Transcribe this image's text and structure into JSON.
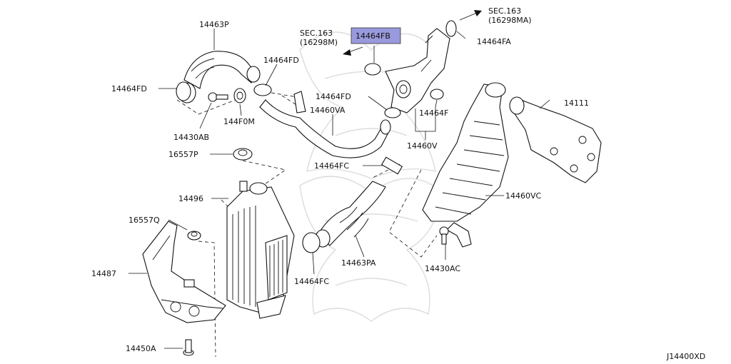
{
  "diagram": {
    "code": "J14400XD",
    "highlight_color": "#9999dd",
    "labels": {
      "p14463P": "14463P",
      "p14464FD_a": "14464FD",
      "p14464FD_b": "14464FD",
      "p14464FD_c": "14464FD",
      "p14430AB": "14430AB",
      "p144F0M": "144F0M",
      "p14460VA": "14460VA",
      "p16557P": "16557P",
      "p14496": "14496",
      "p16557Q": "16557Q",
      "p14487": "14487",
      "p14450A": "14450A",
      "p14464FC_a": "14464FC",
      "p14464FC_b": "14464FC",
      "p14463PA": "14463PA",
      "p14464FB": "14464FB",
      "p14464FA": "14464FA",
      "p14464F": "14464F",
      "p14460V": "14460V",
      "p14111": "14111",
      "p14460VC": "14460VC",
      "p14430AC": "14430AC"
    },
    "refs": {
      "sec_left": "SEC.163",
      "sec_left_code": "(16298M)",
      "sec_right": "SEC.163",
      "sec_right_code": "(16298MA)"
    }
  }
}
